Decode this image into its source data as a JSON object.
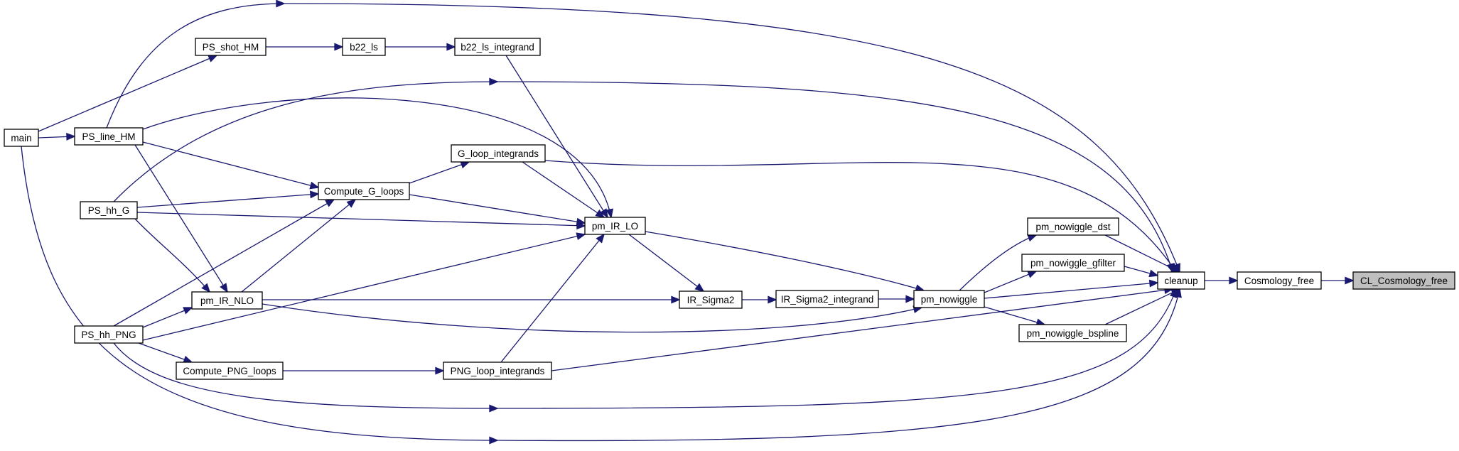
{
  "graph": {
    "colors": {
      "edge": "#191970",
      "node_border": "#000000",
      "node_fill": "#ffffff",
      "current_fill": "#bfbfbf"
    },
    "nodes": {
      "main": "main",
      "ps_line_hm": "PS_line_HM",
      "ps_hh_g": "PS_hh_G",
      "ps_hh_png": "PS_hh_PNG",
      "ps_shot_hm": "PS_shot_HM",
      "b22_ls": "b22_ls",
      "b22_ls_integrand": "b22_ls_integrand",
      "compute_g_loops": "Compute_G_loops",
      "g_loop_integrands": "G_loop_integrands",
      "pm_ir_nlo": "pm_IR_NLO",
      "compute_png_loops": "Compute_PNG_loops",
      "png_loop_integrands": "PNG_loop_integrands",
      "pm_ir_lo": "pm_IR_LO",
      "ir_sigma2": "IR_Sigma2",
      "ir_sigma2_integrand": "IR_Sigma2_integrand",
      "pm_nowiggle": "pm_nowiggle",
      "pm_nowiggle_dst": "pm_nowiggle_dst",
      "pm_nowiggle_gfilter": "pm_nowiggle_gfilter",
      "pm_nowiggle_bspline": "pm_nowiggle_bspline",
      "cleanup": "cleanup",
      "cosmology_free": "Cosmology_free",
      "cl_cosmology_free": "CL_Cosmology_free"
    }
  }
}
